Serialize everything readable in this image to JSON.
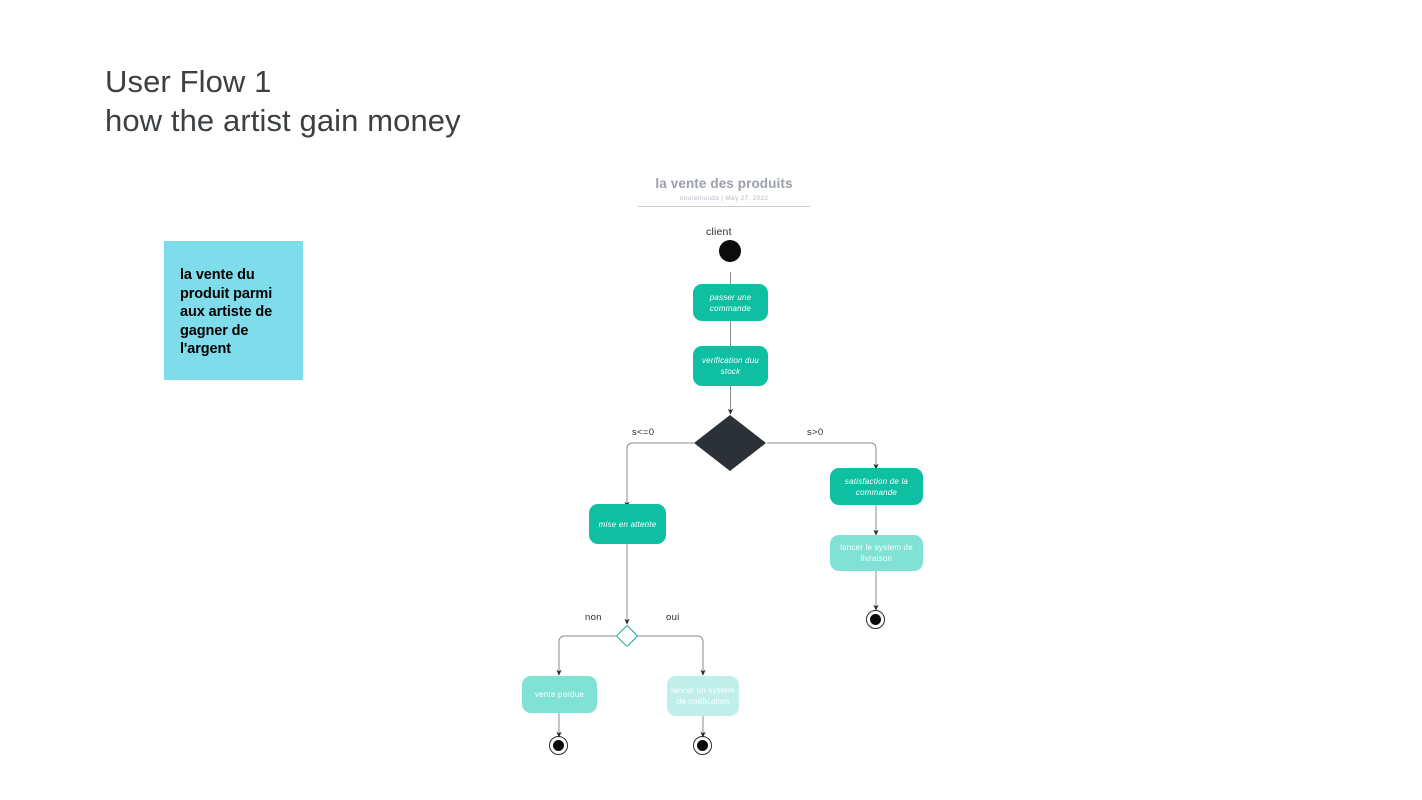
{
  "slide": {
    "title_line1": "User Flow 1",
    "title_line2": "how the artist gain money"
  },
  "sticky_note": {
    "text": "la vente du produit parmi aux artiste de gagner de l'argent",
    "color": "#7FDDEB"
  },
  "diagram": {
    "doc_title": "la vente des produits",
    "doc_byline": "nourelhouda  |  May 27, 2022",
    "colors": {
      "teal_dark": "#0FBFA2",
      "teal_mid": "#7FE2D5",
      "teal_light": "#BFEFE8",
      "diamond_dark": "#2b3137",
      "diamond_open_stroke": "#0FA98F",
      "edge": "#8b8b8b",
      "node_black": "#0b0b0b"
    },
    "start": {
      "label": "client"
    },
    "nodes": [
      {
        "id": "passer-une-commande",
        "label": "passer une commande",
        "style": "teal-dark-italic"
      },
      {
        "id": "verification-du-stock",
        "label": "verification duu stock",
        "style": "teal-dark-italic"
      },
      {
        "id": "mise-en-attente",
        "label": "mise en attente",
        "style": "teal-dark-italic"
      },
      {
        "id": "satisfaction-de-la-commande",
        "label": "satisfaction de la commande",
        "style": "teal-dark-italic"
      },
      {
        "id": "lancer-le-system-de-livraison",
        "label": "lancer le system de livraison",
        "style": "teal-mid"
      },
      {
        "id": "vente-perdue",
        "label": "vente perdue",
        "style": "teal-mid"
      },
      {
        "id": "lancer-un-system-de-notification",
        "label": "lancer un system de notification",
        "style": "teal-light"
      }
    ],
    "edge_labels": {
      "stock_false": "s<=0",
      "stock_true": "s>0",
      "wait_no": "non",
      "wait_yes": "oui"
    }
  }
}
